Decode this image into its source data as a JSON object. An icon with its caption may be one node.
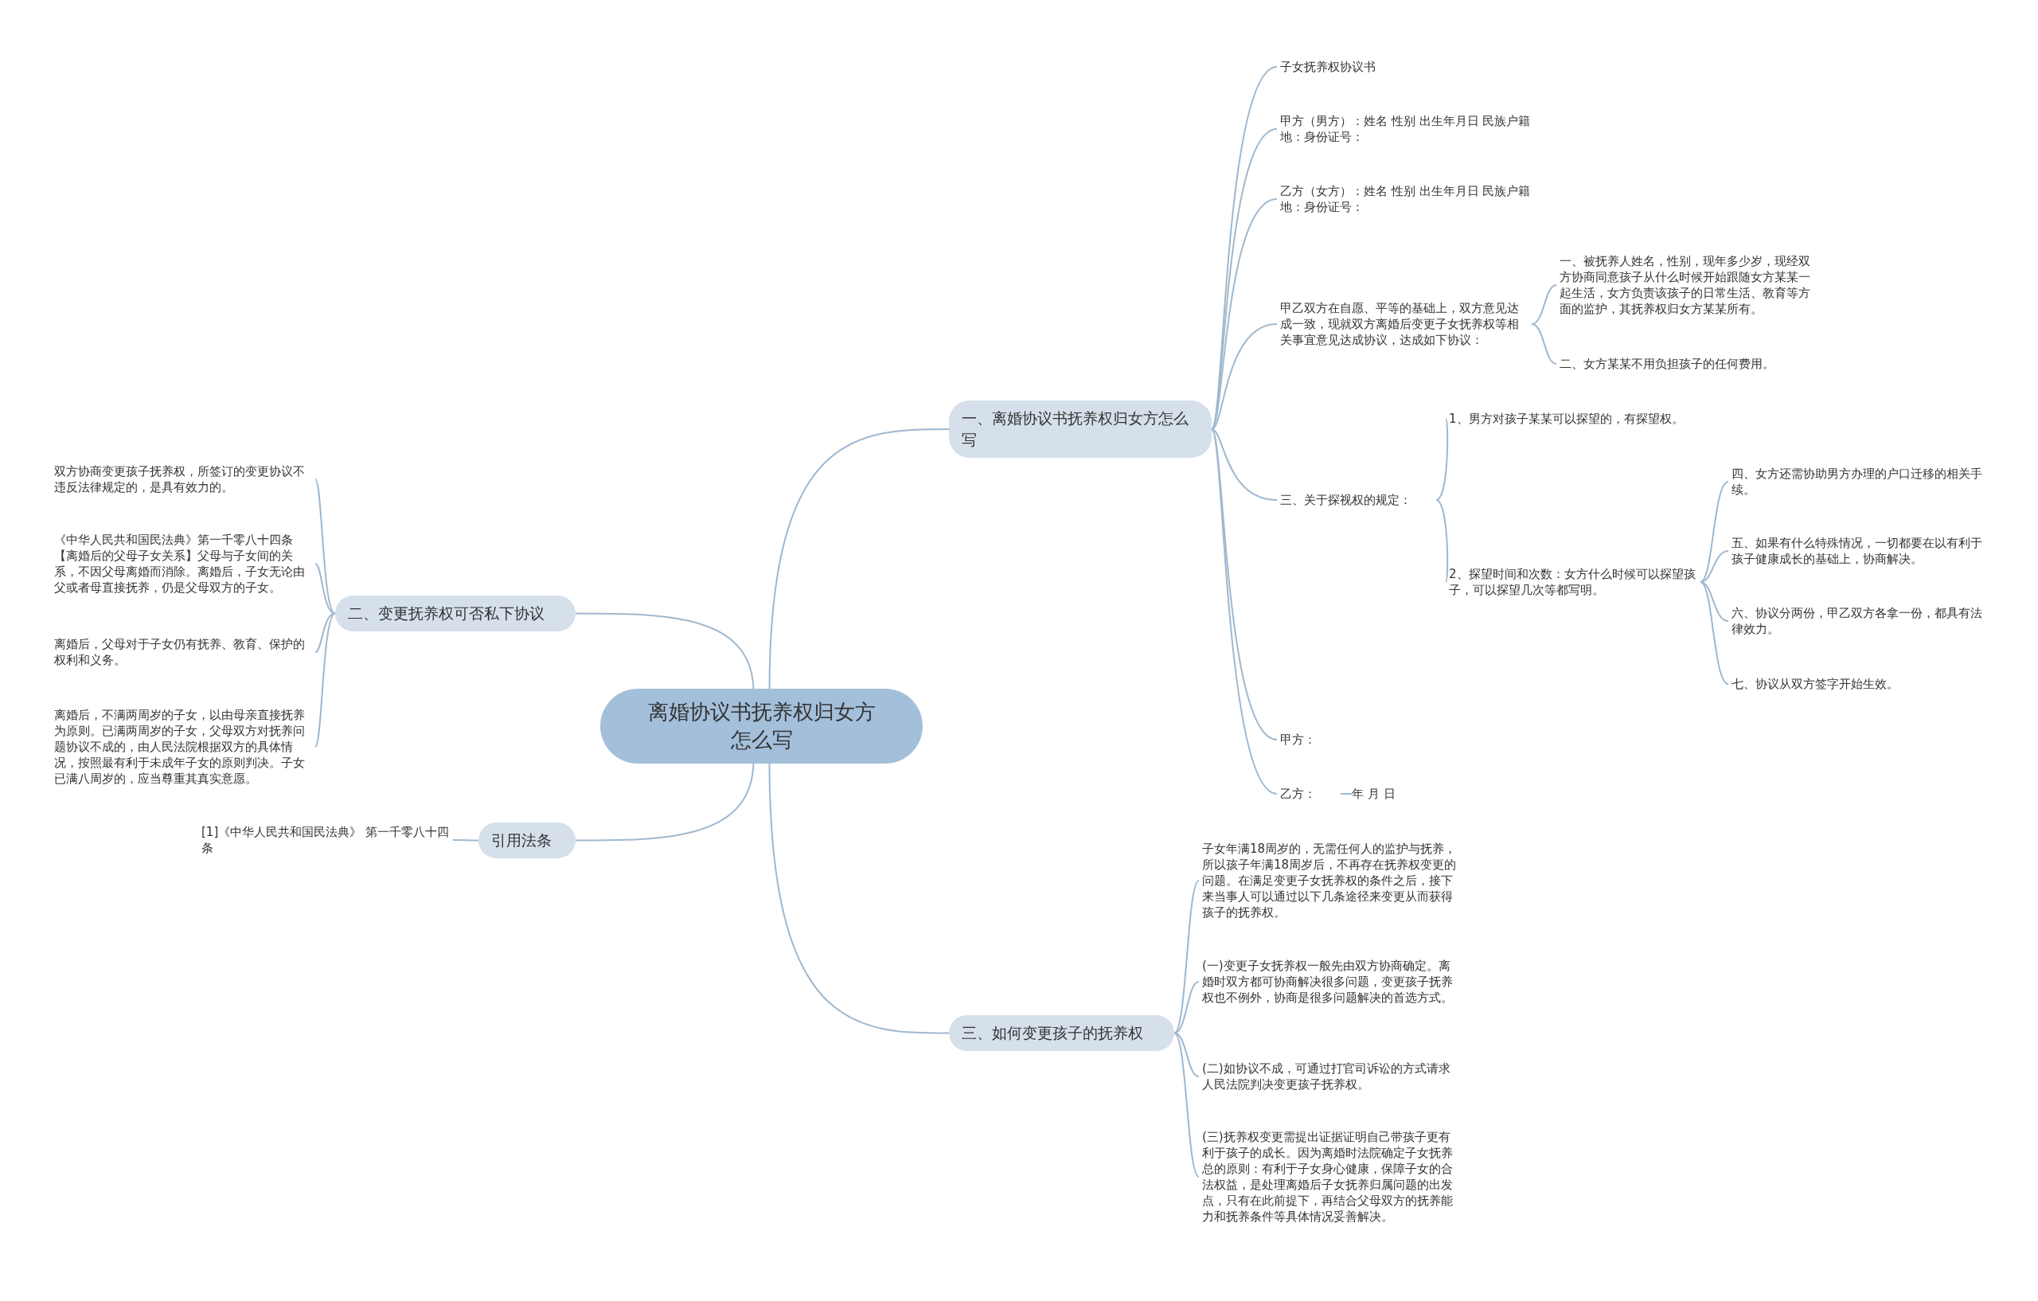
{
  "diagram": {
    "nodes": [
      {
        "text": [
          "离婚协议书抚养权归女方怎么写"
        ]
      },
      {
        "text": [
          "一、离婚协议书抚养权归女方怎么写"
        ]
      },
      {
        "text": [
          "子女抚养权协议书"
        ]
      },
      {
        "text": [
          "甲方（男方）：姓名 性别 出生年月日 民族户籍地：身份证号："
        ]
      },
      {
        "text": [
          "乙方（女方）：姓名 性别 出生年月日 民族户籍地：身份证号："
        ]
      },
      {
        "text": [
          "甲乙双方在自愿、平等的基础上，双方意见达成一致，现就双方离婚后变更子女抚养权等相关事宜意见达成协议，达成如下协议："
        ]
      },
      {
        "text": [
          "一、被抚养人姓名，性别，现年多少岁，现经双方协商同意孩子从什么时候开始跟随女方某某一起生活，女方负责该孩子的日常生活、教育等方面的监护，其抚养权归女方某某所有。"
        ]
      },
      {
        "text": [
          "二、女方某某不用负担孩子的任何费用。"
        ]
      },
      {
        "text": [
          "三、关于探视权的规定："
        ]
      },
      {
        "text": [
          "1、男方对孩子某某可以探望的，有探望权。"
        ]
      },
      {
        "text": [
          "2、探望时间和次数：女方什么时候可以探望孩子，可以探望几次等都写明。"
        ]
      },
      {
        "text": [
          "四、女方还需协助男方办理的户口迁移的相关手续。"
        ]
      },
      {
        "text": [
          "五、如果有什么特殊情况，一切都要在以有利于孩子健康成长的基础上，协商解决。"
        ]
      },
      {
        "text": [
          "六、协议分两份，甲乙双方各拿一份，都具有法律效力。"
        ]
      },
      {
        "text": [
          "七、协议从双方签字开始生效。"
        ]
      },
      {
        "text": [
          "甲方："
        ]
      },
      {
        "text": [
          "乙方："
        ]
      },
      {
        "text": [
          "年 月 日"
        ]
      },
      {
        "text": [
          "二、变更抚养权可否私下协议"
        ]
      },
      {
        "text": [
          "双方协商变更孩子抚养权，所签订的变更协议不违反法律规定的，是具有效力的。"
        ]
      },
      {
        "text": [
          "《中华人民共和国民法典》第一千零八十四条【离婚后的父母子女关系】父母与子女间的关系，不因父母离婚而消除。离婚后，子女无论由父或者母直接抚养，仍是父母双方的子女。"
        ]
      },
      {
        "text": [
          "离婚后，父母对于子女仍有抚养、教育、保护的权利和义务。"
        ]
      },
      {
        "text": [
          "离婚后，不满两周岁的子女，以由母亲直接抚养为原则。已满两周岁的子女，父母双方对抚养问题协议不成的，由人民法院根据双方的具体情况，按照最有利于未成年子女的原则判决。子女已满八周岁的，应当尊重其真实意愿。"
        ]
      },
      {
        "text": [
          "引用法条"
        ]
      },
      {
        "text": [
          "[1]《中华人民共和国民法典》 第一千零八十四条"
        ]
      },
      {
        "text": [
          "三、如何变更孩子的抚养权"
        ]
      },
      {
        "text": [
          "子女年满18周岁的，无需任何人的监护与抚养，所以孩子年满18周岁后，不再存在抚养权变更的问题。在满足变更子女抚养权的条件之后，接下来当事人可以通过以下几条途径来变更从而获得孩子的抚养权。"
        ]
      },
      {
        "text": [
          "(一)变更子女抚养权一般先由双方协商确定。离婚时双方都可协商解决很多问题，变更孩子抚养权也不例外，协商是很多问题解决的首选方式。"
        ]
      },
      {
        "text": [
          "(二)如协议不成，可通过打官司诉讼的方式请求人民法院判决变更孩子抚养权。"
        ]
      },
      {
        "text": [
          "(三)抚养权变更需提出证据证明自己带孩子更有利于孩子的成长。因为离婚时法院确定子女抚养总的原则：有利于子女身心健康，保障子女的合法权益，是处理离婚后子女抚养归属问题的出发点，只有在此前提下，再结合父母双方的抚养能力和抚养条件等具体情况妥善解决。"
        ]
      }
    ],
    "edges": [
      {
        "from": 0,
        "to": 1,
        "arrow": "none"
      },
      {
        "from": 1,
        "to": 2,
        "arrow": "none"
      },
      {
        "from": 1,
        "to": 3,
        "arrow": "none"
      },
      {
        "from": 1,
        "to": 4,
        "arrow": "none"
      },
      {
        "from": 1,
        "to": 5,
        "arrow": "none"
      },
      {
        "from": 5,
        "to": 6,
        "arrow": "none"
      },
      {
        "from": 5,
        "to": 7,
        "arrow": "none"
      },
      {
        "from": 1,
        "to": 8,
        "arrow": "none"
      },
      {
        "from": 8,
        "to": 9,
        "arrow": "none"
      },
      {
        "from": 8,
        "to": 10,
        "arrow": "none"
      },
      {
        "from": 10,
        "to": 11,
        "arrow": "none"
      },
      {
        "from": 10,
        "to": 12,
        "arrow": "none"
      },
      {
        "from": 10,
        "to": 13,
        "arrow": "none"
      },
      {
        "from": 10,
        "to": 14,
        "arrow": "none"
      },
      {
        "from": 1,
        "to": 15,
        "arrow": "none"
      },
      {
        "from": 1,
        "to": 16,
        "arrow": "none"
      },
      {
        "from": 16,
        "to": 17,
        "arrow": "none"
      },
      {
        "from": 0,
        "to": 18,
        "arrow": "none"
      },
      {
        "from": 18,
        "to": 19,
        "arrow": "none"
      },
      {
        "from": 18,
        "to": 20,
        "arrow": "none"
      },
      {
        "from": 18,
        "to": 21,
        "arrow": "none"
      },
      {
        "from": 18,
        "to": 22,
        "arrow": "none"
      },
      {
        "from": 0,
        "to": 23,
        "arrow": "none"
      },
      {
        "from": 23,
        "to": 24,
        "arrow": "none"
      },
      {
        "from": 0,
        "to": 25,
        "arrow": "none"
      },
      {
        "from": 25,
        "to": 26,
        "arrow": "none"
      },
      {
        "from": 25,
        "to": 27,
        "arrow": "none"
      },
      {
        "from": 25,
        "to": 28,
        "arrow": "none"
      },
      {
        "from": 25,
        "to": 29,
        "arrow": "none"
      }
    ]
  }
}
